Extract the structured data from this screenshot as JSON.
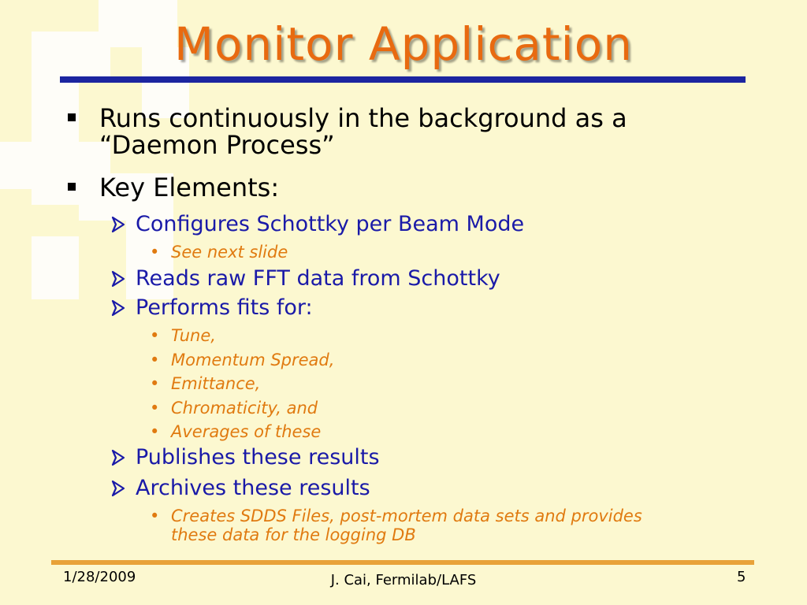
{
  "slide": {
    "title": "Monitor Application",
    "colors": {
      "background": "#fcf8d0",
      "title": "#e86a10",
      "title_rule": "#1c25a0",
      "level1_text": "#000000",
      "level2_text": "#1a1aa8",
      "level3_text": "#e07a10",
      "footer_rule": "#e8a238"
    },
    "bullets": {
      "runs_line1": "Runs continuously in the background as a",
      "runs_line2": "“Daemon Process”",
      "key_elements": "Key Elements:",
      "configures": "Configures Schottky per Beam Mode",
      "see_next": "See next slide",
      "reads": "Reads raw FFT data from Schottky",
      "performs": "Performs fits for:",
      "tune": "Tune,",
      "momentum": "Momentum Spread,",
      "emittance": "Emittance,",
      "chromaticity": "Chromaticity, and",
      "averages": "Averages of these",
      "publishes": "Publishes these results",
      "archives": "Archives these results",
      "creates_line1": "Creates SDDS Files, post-mortem data sets and provides",
      "creates_line2": "these data for the logging DB"
    },
    "footer": {
      "date": "1/28/2009",
      "center": "J. Cai, Fermilab/LAFS",
      "page": "5"
    },
    "icons": {
      "level1": "square-bullet-icon",
      "level2": "arrow-bullet-icon",
      "level3": "dot-bullet-icon",
      "watermark": "fermilab-logo-watermark"
    }
  }
}
